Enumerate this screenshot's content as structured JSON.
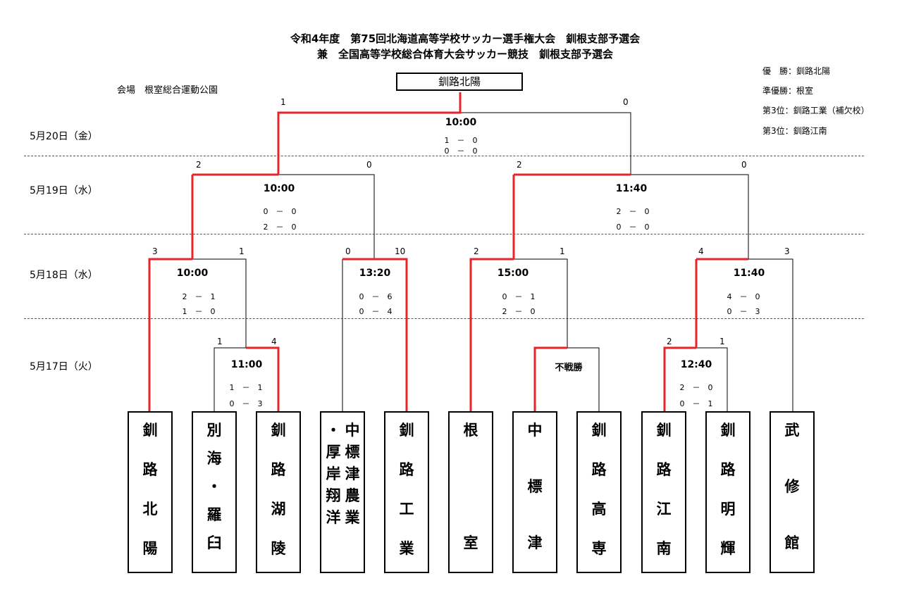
{
  "title": {
    "line1": "令和4年度　第75回北海道高等学校サッカー選手権大会　釧根支部予選会",
    "line2": "兼　全国高等学校総合体育大会サッカー競技　釧根支部予選会"
  },
  "venue": "会場　根室総合運動公園",
  "results": {
    "champion": "優　勝：釧路北陽",
    "runner_up": "準優勝：根室",
    "third_1": "第3位：釧路工業（補欠校）",
    "third_2": "第3位：釧路江南"
  },
  "winner": "釧路北陽",
  "dates": {
    "d20": "5月20日（金）",
    "d19": "5月19日（水）",
    "d18": "5月18日（水）",
    "d17": "5月17日（火）"
  },
  "final": {
    "time": "10:00",
    "score_left": "1",
    "score_right": "0",
    "half1": "1　－　0",
    "half2": "0　－　0"
  },
  "semi_left": {
    "time": "10:00",
    "score_left": "2",
    "score_right": "0",
    "half1": "0　－　0",
    "half2": "2　－　0"
  },
  "semi_right": {
    "time": "11:40",
    "score_left": "2",
    "score_right": "0",
    "half1": "2　－　0",
    "half2": "0　－　0"
  },
  "qf1": {
    "time": "10:00",
    "score_left": "3",
    "score_right": "1",
    "half1": "2　－　1",
    "half2": "1　－　0"
  },
  "qf2": {
    "time": "13:20",
    "score_left": "0",
    "score_right": "10",
    "half1": "0　－　6",
    "half2": "0　－　4"
  },
  "qf3": {
    "time": "15:00",
    "score_left": "2",
    "score_right": "1",
    "half1": "0　－　1",
    "half2": "2　－　0"
  },
  "qf4": {
    "time": "11:40",
    "score_left": "4",
    "score_right": "3",
    "half1": "4　－　0",
    "half2": "0　－　3"
  },
  "r1a": {
    "time": "11:00",
    "score_left": "1",
    "score_right": "4",
    "half1": "1　－　1",
    "half2": "0　－　3"
  },
  "r1b": {
    "label": "不戦勝"
  },
  "r1c": {
    "time": "12:40",
    "score_left": "2",
    "score_right": "1",
    "half1": "2　－　0",
    "half2": "0　－　1"
  },
  "teams": [
    {
      "name": "釧路北陽",
      "cols": [
        [
          "釧",
          "路",
          "北",
          "陽"
        ]
      ]
    },
    {
      "name": "別海・羅臼",
      "cols": [
        [
          "別",
          "海",
          "・",
          "羅",
          "臼"
        ]
      ]
    },
    {
      "name": "釧路湖陵",
      "cols": [
        [
          "釧",
          "路",
          "湖",
          "陵"
        ]
      ]
    },
    {
      "name": "厚岸翔洋・中標津農業",
      "cols": [
        [
          "・",
          "厚",
          "岸",
          "翔",
          "洋"
        ],
        [
          "中",
          "標",
          "津",
          "農",
          "業"
        ]
      ]
    },
    {
      "name": "釧路工業",
      "cols": [
        [
          "釧",
          "路",
          "工",
          "業"
        ]
      ]
    },
    {
      "name": "根室",
      "cols": [
        [
          "根",
          "",
          "",
          "",
          "室"
        ]
      ]
    },
    {
      "name": "中標津",
      "cols": [
        [
          "中",
          "",
          "標",
          "",
          "津"
        ]
      ]
    },
    {
      "name": "釧路高専",
      "cols": [
        [
          "釧",
          "路",
          "高",
          "専"
        ]
      ]
    },
    {
      "name": "釧路江南",
      "cols": [
        [
          "釧",
          "路",
          "江",
          "南"
        ]
      ]
    },
    {
      "name": "釧路明輝",
      "cols": [
        [
          "釧",
          "路",
          "明",
          "輝"
        ]
      ]
    },
    {
      "name": "武修館",
      "cols": [
        [
          "武",
          "",
          "修",
          "",
          "館"
        ]
      ]
    }
  ]
}
